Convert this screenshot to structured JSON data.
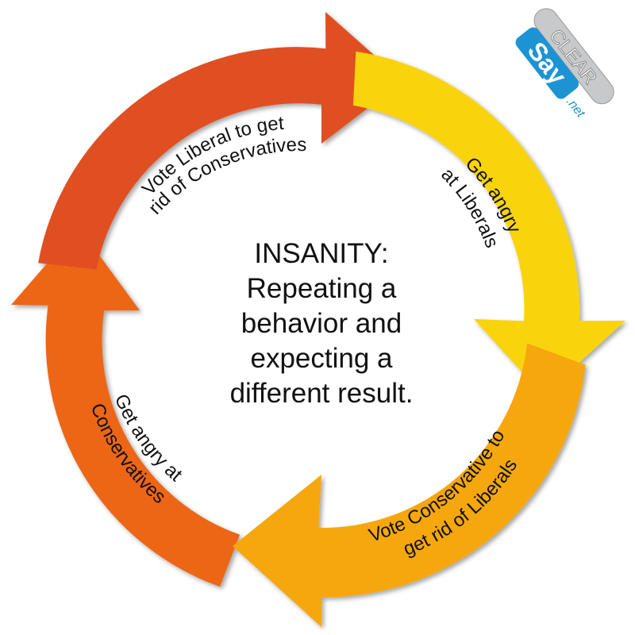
{
  "diagram": {
    "center_lines": [
      "INSANITY:",
      "Repeating a",
      "behavior and",
      "expecting a",
      "different result."
    ],
    "steps": [
      {
        "lines": [
          "Vote Liberal to get",
          "rid of Conservatives"
        ],
        "color": "#e04f22"
      },
      {
        "lines": [
          "Get angry",
          "at Liberals"
        ],
        "color": "#f9d40b"
      },
      {
        "lines": [
          "Vote Conservative to",
          "get rid of Liberals"
        ],
        "color": "#f6a70a"
      },
      {
        "lines": [
          "Get angry at",
          "Conservatives"
        ],
        "color": "#ec6614"
      }
    ]
  },
  "logo": {
    "top": "CLEAR",
    "middle": "Say",
    "bottom": ".net",
    "colors": {
      "blue": "#1c94d4",
      "gray": "#c8c9cb"
    }
  }
}
